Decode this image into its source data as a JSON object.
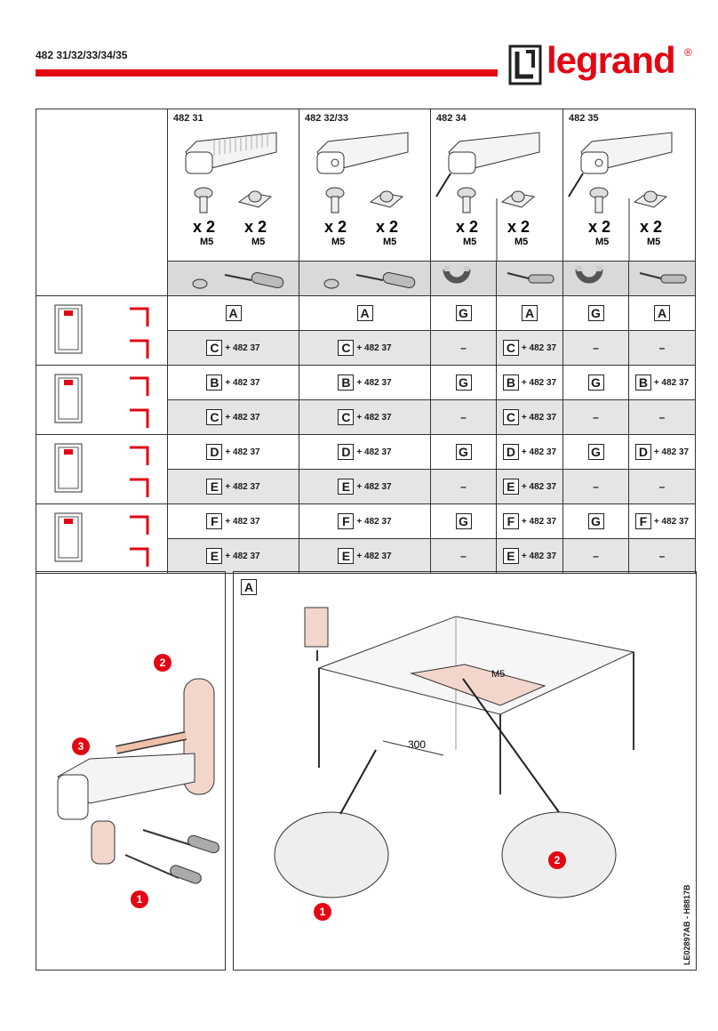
{
  "header": {
    "ref": "482 31/32/33/34/35",
    "brand": "legrand",
    "reg_mark": "®"
  },
  "colors": {
    "accent": "#e30613"
  },
  "products": [
    {
      "code": "482 31",
      "screws": "x 2",
      "screws_size": "M5",
      "nuts": "x 2",
      "nuts_size": "M5",
      "tools": [
        "screwdriver"
      ]
    },
    {
      "code": "482 32/33",
      "screws": "x 2",
      "screws_size": "M5",
      "nuts": "x 2",
      "nuts_size": "M5",
      "tools": [
        "screwdriver"
      ]
    },
    {
      "code": "482 34",
      "screws": "x 2",
      "screws_size": "M5",
      "nuts": "x 2",
      "nuts_size": "M5",
      "tools": [
        "magnet",
        "screwdriver"
      ]
    },
    {
      "code": "482 35",
      "screws": "x 2",
      "screws_size": "M5",
      "nuts": "x 2",
      "nuts_size": "M5",
      "tools": [
        "magnet",
        "screwdriver"
      ]
    }
  ],
  "matrix": [
    [
      {
        "l": "A"
      },
      {
        "l": "A"
      },
      {
        "l": "G"
      },
      {
        "l": "A"
      },
      {
        "l": "G"
      },
      {
        "l": "A"
      }
    ],
    [
      {
        "l": "C",
        "a": "+ 482 37"
      },
      {
        "l": "C",
        "a": "+ 482 37"
      },
      {
        "d": "–"
      },
      {
        "l": "C",
        "a": "+ 482 37"
      },
      {
        "d": "–"
      },
      {
        "d": "–"
      }
    ],
    [
      {
        "l": "B",
        "a": "+ 482 37"
      },
      {
        "l": "B",
        "a": "+ 482 37"
      },
      {
        "l": "G"
      },
      {
        "l": "B",
        "a": "+ 482 37"
      },
      {
        "l": "G"
      },
      {
        "l": "B",
        "a": "+ 482 37"
      }
    ],
    [
      {
        "l": "C",
        "a": "+ 482 37"
      },
      {
        "l": "C",
        "a": "+ 482 37"
      },
      {
        "d": "–"
      },
      {
        "l": "C",
        "a": "+ 482 37"
      },
      {
        "d": "–"
      },
      {
        "d": "–"
      }
    ],
    [
      {
        "l": "D",
        "a": "+ 482 37"
      },
      {
        "l": "D",
        "a": "+ 482 37"
      },
      {
        "l": "G"
      },
      {
        "l": "D",
        "a": "+ 482 37"
      },
      {
        "l": "G"
      },
      {
        "l": "D",
        "a": "+ 482 37"
      }
    ],
    [
      {
        "l": "E",
        "a": "+ 482 37"
      },
      {
        "l": "E",
        "a": "+ 482 37"
      },
      {
        "d": "–"
      },
      {
        "l": "E",
        "a": "+ 482 37"
      },
      {
        "d": "–"
      },
      {
        "d": "–"
      }
    ],
    [
      {
        "l": "F",
        "a": "+ 482 37"
      },
      {
        "l": "F",
        "a": "+ 482 37"
      },
      {
        "l": "G"
      },
      {
        "l": "F",
        "a": "+ 482 37"
      },
      {
        "l": "G"
      },
      {
        "l": "F",
        "a": "+ 482 37"
      }
    ],
    [
      {
        "l": "E",
        "a": "+ 482 37"
      },
      {
        "l": "E",
        "a": "+ 482 37"
      },
      {
        "d": "–"
      },
      {
        "l": "E",
        "a": "+ 482 37"
      },
      {
        "d": "–"
      },
      {
        "d": "–"
      }
    ]
  ],
  "left_panel": {
    "steps": [
      "1",
      "2",
      "3"
    ]
  },
  "right_panel": {
    "label": "A",
    "screw_label": "M5",
    "dimension": "300",
    "steps": [
      "1",
      "2"
    ]
  },
  "doc_code": "LE02897AB - H8817B"
}
